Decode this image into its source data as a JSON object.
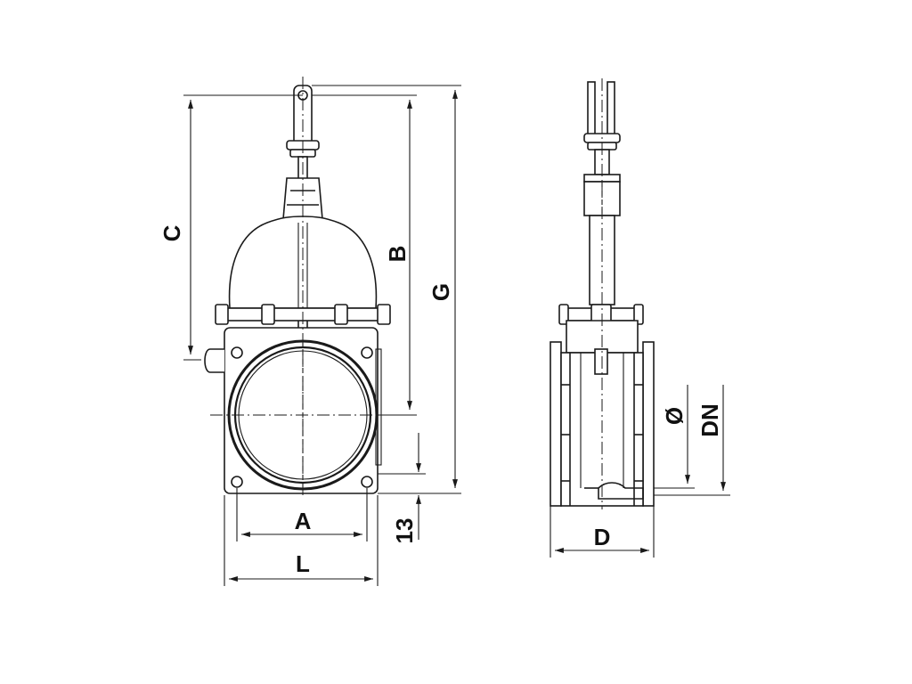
{
  "dimension_labels": {
    "A": "A",
    "L": "L",
    "C": "C",
    "B": "B",
    "G": "G",
    "13": "13",
    "D": "D",
    "diameter": "Ø",
    "DN": "DN"
  },
  "colors": {
    "line": "#1a1a1a",
    "background": "#ffffff"
  }
}
